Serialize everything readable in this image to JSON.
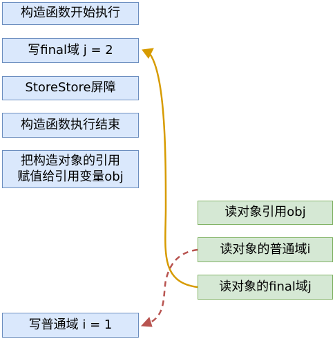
{
  "left_steps": {
    "ctor_start": "构造函数开始执行",
    "write_final": "写final域 j = 2",
    "storestore": "StoreStore屏障",
    "ctor_end": "构造函数执行结束",
    "assign_ref_line1": "把构造对象的引用",
    "assign_ref_line2": "赋值给引用变量obj",
    "write_normal": "写普通域 i = 1"
  },
  "right_steps": {
    "read_ref": "读对象引用obj",
    "read_normal": "读对象的普通域i",
    "read_final": "读对象的final域j"
  },
  "colors": {
    "blue_fill": "#dae8fc",
    "blue_border": "#6c8ebf",
    "green_fill": "#d5e8d4",
    "green_border": "#82b366",
    "final_arrow": "#d79b00",
    "normal_arrow": "#b85450"
  }
}
